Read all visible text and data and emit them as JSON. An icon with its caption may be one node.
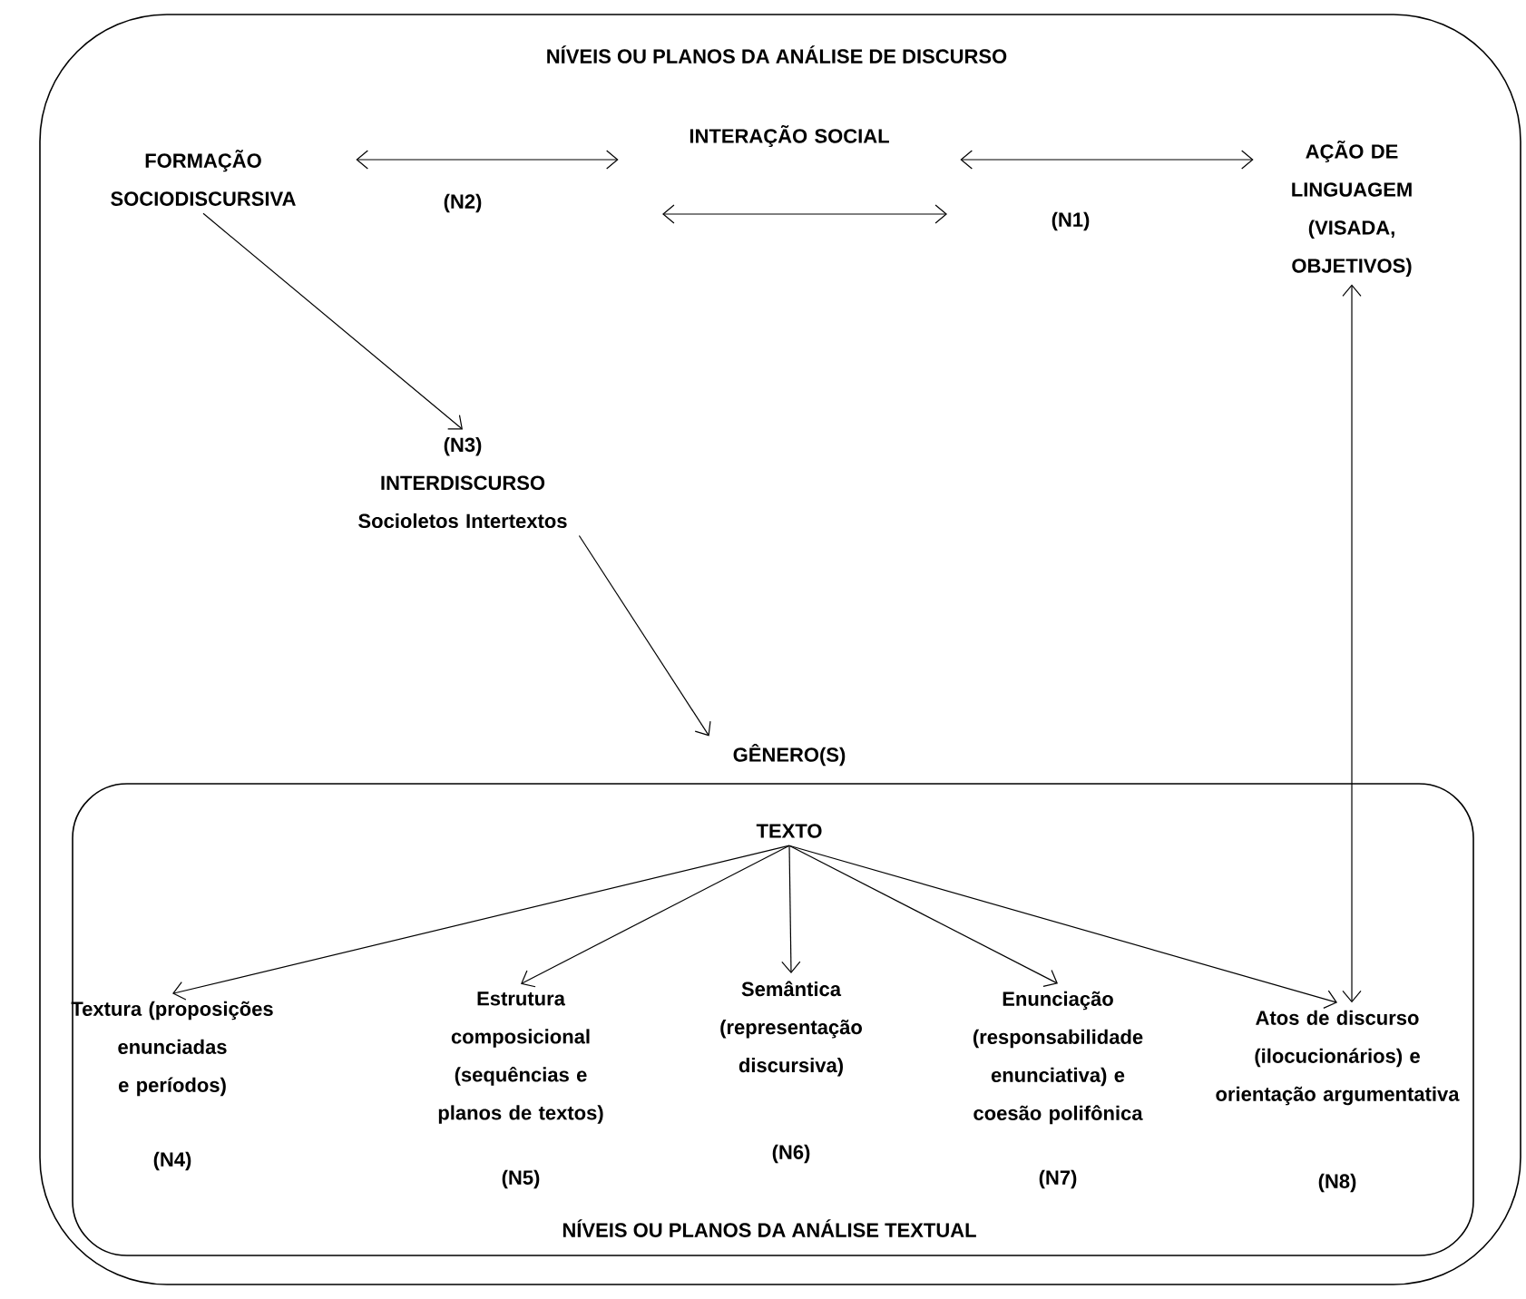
{
  "diagram": {
    "nodes": [
      {
        "text": [
          "NÍVEIS OU PLANOS DA ANÁLISE DE DISCURSO"
        ]
      },
      {
        "text": [
          "FORMAÇÃO SOCIODISCURSIVA"
        ],
        "in": 0
      },
      {
        "text": [
          "INTERAÇÃO SOCIAL"
        ],
        "in": 0
      },
      {
        "text": [
          "AÇÃO DE LINGUAGEM (VISADA, OBJETIVOS)"
        ],
        "in": 0
      },
      {
        "text": [
          "(N3)",
          "INTERDISCURSO",
          "Socioletos Intertextos"
        ],
        "in": 0
      },
      {
        "text": [
          "GÊNERO(S)"
        ],
        "in": 0
      },
      {
        "text": [
          "NÍVEIS OU PLANOS DA ANÁLISE TEXTUAL"
        ],
        "in": 0
      },
      {
        "text": [
          "TEXTO"
        ],
        "in": 6
      },
      {
        "text": [
          "Textura (proposições enunciadas e períodos)"
        ],
        "in": 6,
        "beside": [
          "(N4)"
        ]
      },
      {
        "text": [
          "Estrutura composicional (sequências e planos de textos)"
        ],
        "in": 6,
        "beside": [
          "(N5)"
        ]
      },
      {
        "text": [
          "Semântica (representação discursiva)"
        ],
        "in": 6,
        "beside": [
          "(N6)"
        ]
      },
      {
        "text": [
          "Enunciação (responsabilidade enunciativa) e coesão polifônica"
        ],
        "in": 6,
        "beside": [
          "(N7)"
        ]
      },
      {
        "text": [
          "Atos de discurso (ilocucionários) e orientação argumentativa"
        ],
        "in": 6,
        "beside": [
          "(N8)"
        ]
      }
    ],
    "edges": [
      {
        "from": 1,
        "to": 2,
        "arrow": "both",
        "label": "(N2)"
      },
      {
        "from": 2,
        "to": 3,
        "arrow": "both",
        "label": "(N1)"
      },
      {
        "from": 1,
        "to": 4,
        "arrow": "to"
      },
      {
        "from": 4,
        "to": 5,
        "arrow": "to"
      },
      {
        "from": 3,
        "to": 12,
        "arrow": "both"
      },
      {
        "from": 7,
        "to": 8,
        "arrow": "to"
      },
      {
        "from": 7,
        "to": 9,
        "arrow": "to"
      },
      {
        "from": 7,
        "to": 10,
        "arrow": "to"
      },
      {
        "from": 7,
        "to": 11,
        "arrow": "to"
      },
      {
        "from": 7,
        "to": 12,
        "arrow": "to"
      }
    ]
  }
}
